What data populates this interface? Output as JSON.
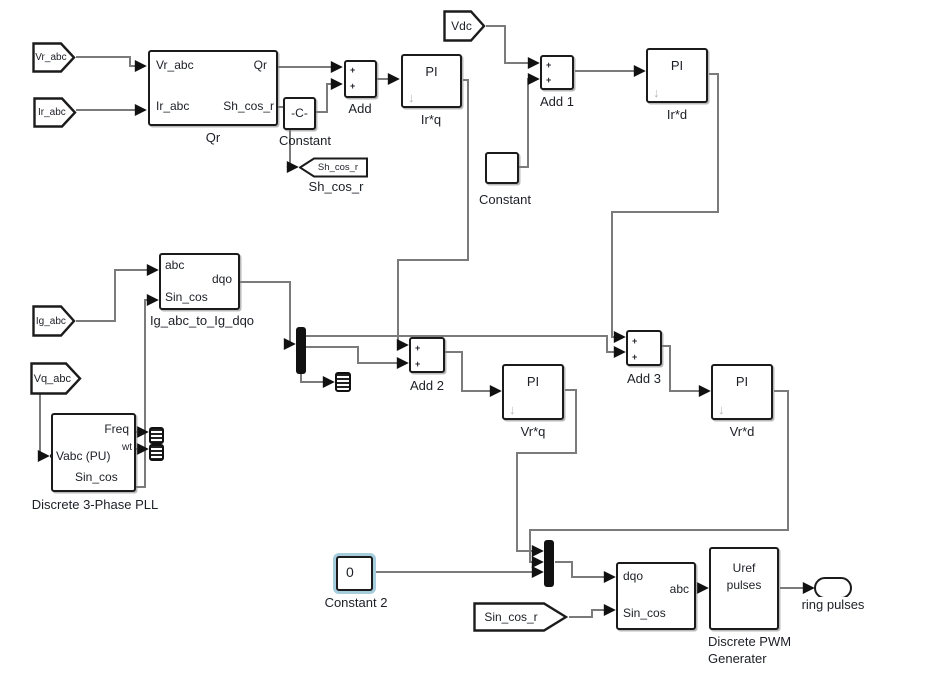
{
  "tags": {
    "vr_abc": "Vr_abc",
    "ir_abc": "Ir_abc",
    "ig_abc": "Ig_abc",
    "vq_abc": "Vq_abc",
    "vdc": "Vdc",
    "sh_cos_r_tag": "Sh_cos_r",
    "sh_cos_r_label": "Sh_cos_r",
    "sin_cos_r_tag": "Sin_cos_r"
  },
  "blocks": {
    "qr": {
      "in1": "Vr_abc",
      "in2": "Ir_abc",
      "out1": "Qr",
      "out2": "Sh_cos_r",
      "label": "Qr"
    },
    "constant_c": {
      "text": "-C-",
      "label": "Constant"
    },
    "add": {
      "label": "Add",
      "sign1": "+",
      "sign2": "+"
    },
    "pi_irq": {
      "text": "PI",
      "arrow": "↓",
      "label": "Ir*q"
    },
    "add1": {
      "label": "Add 1",
      "sign1": "+",
      "sign2": "+"
    },
    "pi_ird": {
      "text": "PI",
      "arrow": "↓",
      "label": "Ir*d"
    },
    "constant_blank": {
      "label": "Constant"
    },
    "ig_dqo": {
      "in1": "abc",
      "in2": "Sin_cos",
      "out1": "dqo",
      "label": "Ig_abc_to_Ig_dqo"
    },
    "pll": {
      "in1": "Vabc (PU)",
      "out1": "Freq",
      "out2": "wt",
      "out3": "Sin_cos",
      "label": "Discrete 3-Phase PLL"
    },
    "add2": {
      "label": "Add 2",
      "sign1": "+",
      "sign2": "+"
    },
    "pi_vrq": {
      "text": "PI",
      "arrow": "↓",
      "label": "Vr*q"
    },
    "add3": {
      "label": "Add 3",
      "sign1": "+",
      "sign2": "+"
    },
    "pi_vrd": {
      "text": "PI",
      "arrow": "↓",
      "label": "Vr*d"
    },
    "constant_2": {
      "text": "0",
      "label": "Constant 2"
    },
    "dqo_abc": {
      "in1": "dqo",
      "in2": "Sin_cos",
      "out1": "abc"
    },
    "pwm": {
      "line1": "Uref",
      "line2": "pulses",
      "label1": "Discrete PWM",
      "label2": "Generater"
    },
    "ring_pulses": {
      "label": "ring pulses"
    }
  },
  "colors": {
    "wire": "#7b7b7b",
    "block_border": "#1b1b1b",
    "text": "#1c1f26",
    "selection": "#a6cdde",
    "pi_arrow": "#b4b4b4"
  }
}
